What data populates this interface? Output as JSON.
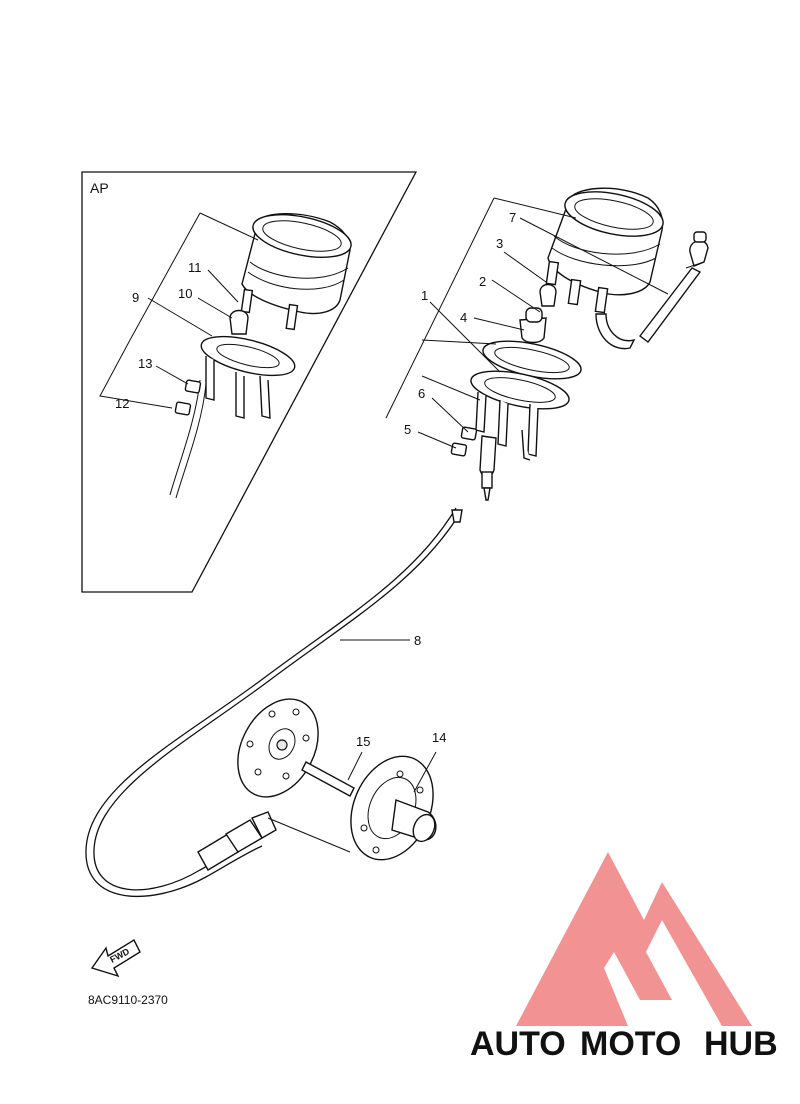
{
  "aux_label": "AP",
  "callouts": {
    "c1": "1",
    "c2": "2",
    "c3": "3",
    "c4": "4",
    "c5": "5",
    "c6": "6",
    "c7": "7",
    "c8": "8",
    "c9": "9",
    "c10": "10",
    "c11": "11",
    "c12": "12",
    "c13": "13",
    "c14": "14",
    "c15": "15"
  },
  "fwd_label": "FWD",
  "diagram_code": "8AC9110-2370",
  "watermark": {
    "text_part1": "AUTO",
    "text_part2": "MOTO",
    "text_part3": "HUB",
    "color_red": "#f08080",
    "color_orange": "#f5b870",
    "color_gray": "#8c8c8c"
  }
}
